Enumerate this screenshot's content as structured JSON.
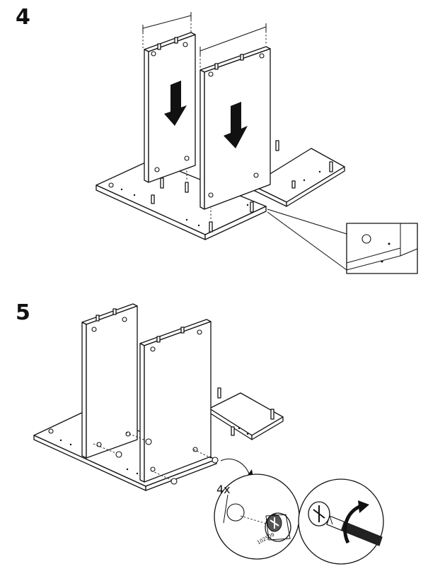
{
  "steps": [
    {
      "number": "4"
    },
    {
      "number": "5"
    }
  ],
  "detail": {
    "quantity": "4x",
    "part_number": "102509"
  },
  "icons": [
    "down-arrow-icon",
    "rotate-arrow-icon",
    "screwdriver-icon",
    "cam-lock-icon",
    "magnifier-callout-icon"
  ]
}
